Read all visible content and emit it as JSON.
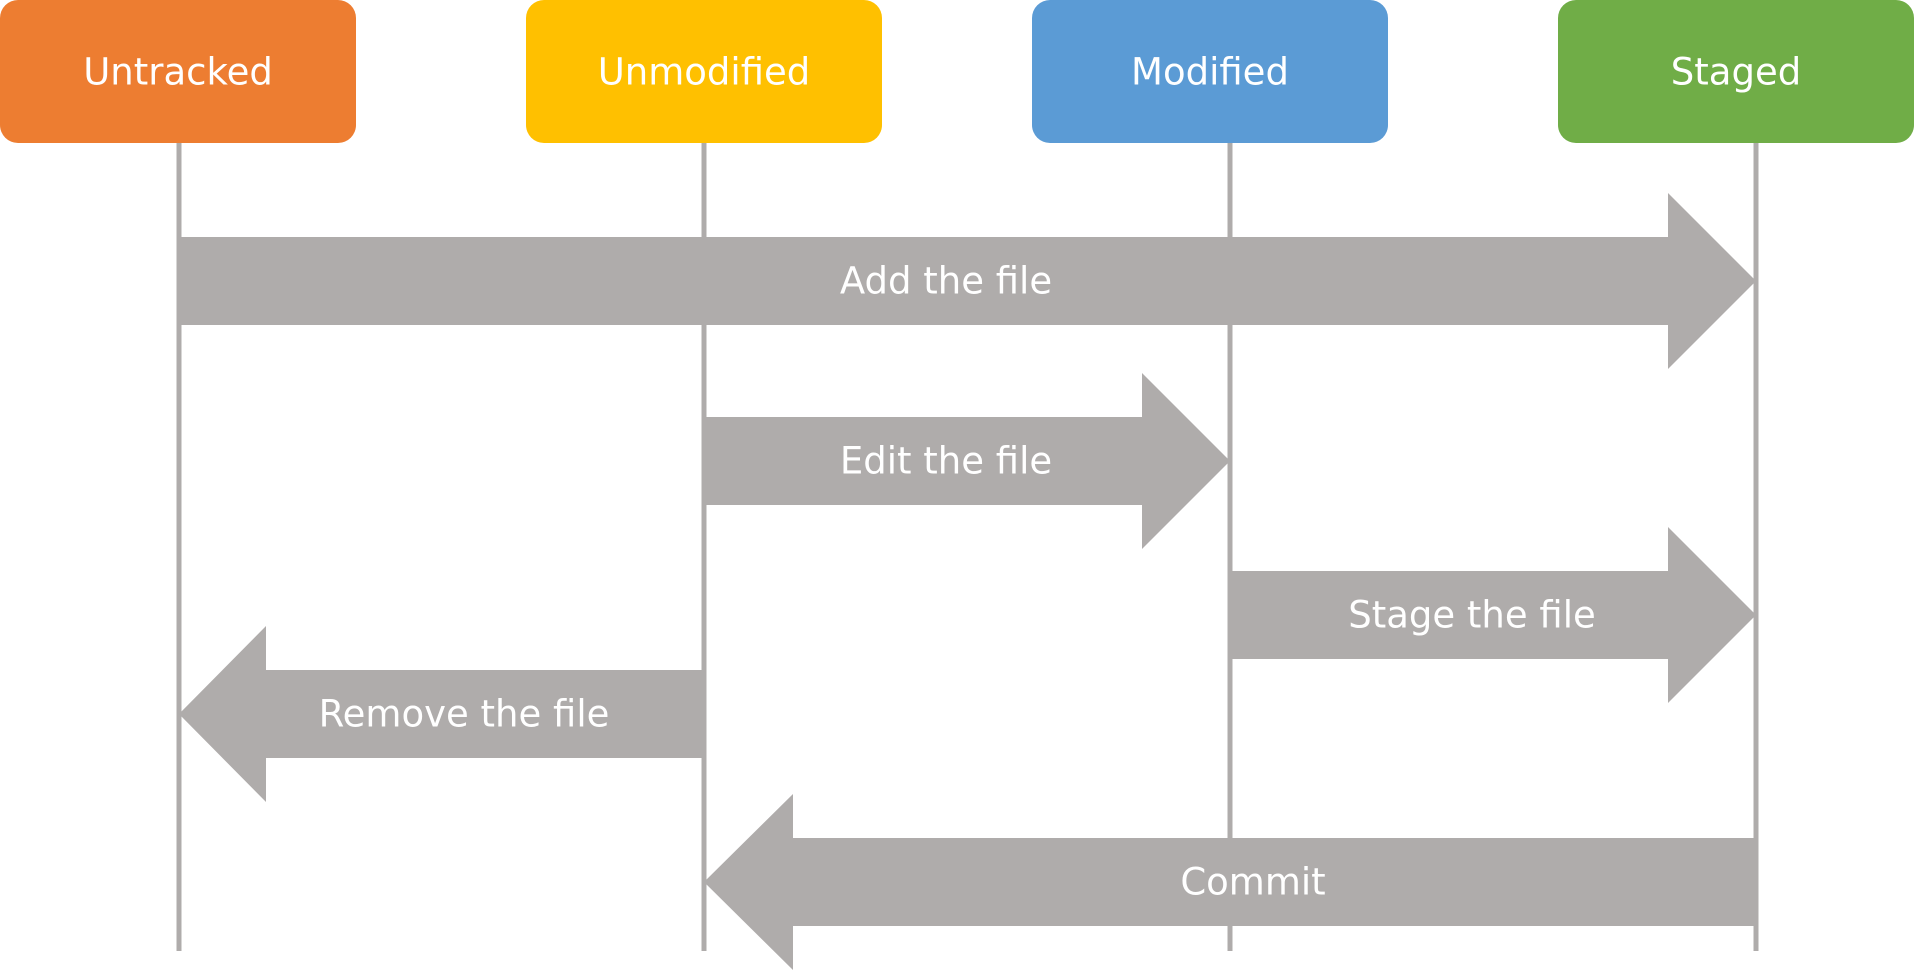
{
  "colors": {
    "arrow_fill": "#afacab",
    "lifeline": "#afacab",
    "label_text": "#ffffff"
  },
  "states": [
    {
      "id": "untracked",
      "label": "Untracked",
      "color": "#ed7d31"
    },
    {
      "id": "unmodified",
      "label": "Unmodified",
      "color": "#ffc000"
    },
    {
      "id": "modified",
      "label": "Modified",
      "color": "#5b9bd5"
    },
    {
      "id": "staged",
      "label": "Staged",
      "color": "#70ad47"
    }
  ],
  "transitions": [
    {
      "id": "add-the-file",
      "label": "Add the file",
      "from": "untracked",
      "to": "staged"
    },
    {
      "id": "edit-the-file",
      "label": "Edit the file",
      "from": "unmodified",
      "to": "modified"
    },
    {
      "id": "stage-the-file",
      "label": "Stage the file",
      "from": "modified",
      "to": "staged"
    },
    {
      "id": "remove-the-file",
      "label": "Remove the file",
      "from": "unmodified",
      "to": "untracked"
    },
    {
      "id": "commit",
      "label": "Commit",
      "from": "staged",
      "to": "unmodified"
    }
  ]
}
